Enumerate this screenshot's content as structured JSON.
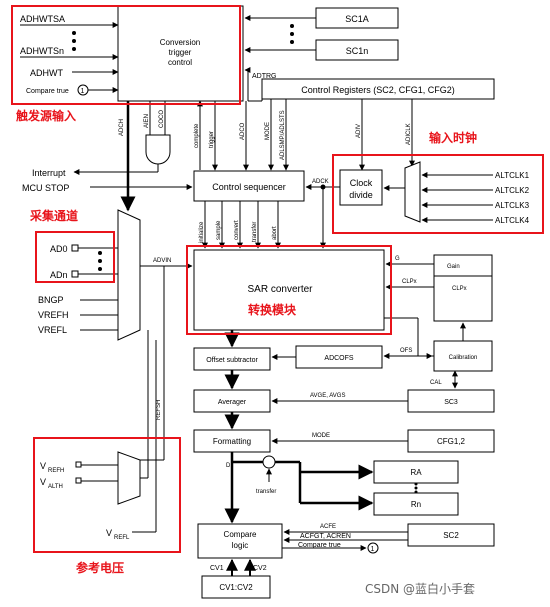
{
  "blocks": {
    "trigger_control": [
      "Conversion",
      "trigger",
      "control"
    ],
    "sc1a": "SC1A",
    "sc1n": "SC1n",
    "control_registers": "Control Registers (SC2, CFG1, CFG2)",
    "control_sequencer": "Control sequencer",
    "clock_divide": [
      "Clock",
      "divide"
    ],
    "sar_converter": "SAR converter",
    "gain": "Gain",
    "clpx": "CLPx",
    "calibration": "Calibration",
    "offset_subtractor": "Offset subtractor",
    "adcofs": "ADCOFS",
    "averager": "Averager",
    "sc3": "SC3",
    "formatting": "Formatting",
    "cfg12": "CFG1,2",
    "ra": "RA",
    "rn": "Rn",
    "compare_logic": [
      "Compare",
      "logic"
    ],
    "sc2": "SC2",
    "cv1cv2": "CV1:CV2"
  },
  "inputs": {
    "adhwtsa": "ADHWTSA",
    "adhwtsn": "ADHWTSn",
    "adhwt": "ADHWT",
    "compare_true": "Compare true",
    "interrupt": "Interrupt",
    "mcu_stop": "MCU STOP",
    "ad0": "AD0",
    "adn": "ADn",
    "bngp": "BNGP",
    "vrefh": "VREFH",
    "vrefl": "VREFL",
    "altclk": [
      "ALTCLK1",
      "ALTCLK2",
      "ALTCLK3",
      "ALTCLK4"
    ],
    "vrefh_sub": "REFH",
    "valth_sub": "ALTH",
    "vrefl_sub": "REFL",
    "v": "V"
  },
  "signals": {
    "adtrg": "ADTRG",
    "adch": "ADCH",
    "aien": "AIEN",
    "coco": "COCO",
    "complete": "complete",
    "trigger": "trigger",
    "adco": "ADCO",
    "mode": "MODE",
    "adlsmp": "ADLSMP/ADLSTS",
    "adiv": "ADIV",
    "adiclk": "ADICLK",
    "adck": "ADCK",
    "initialize": "initialize",
    "sample": "sample",
    "convert": "convert",
    "transfer": "transfer",
    "abort": "abort",
    "advin": "ADVIN",
    "g": "G",
    "clpx": "CLPx",
    "ofs": "OFS",
    "cal": "CAL",
    "avge": "AVGE, AVGS",
    "mode2": "MODE",
    "d": "D",
    "transfer2": "transfer",
    "refsh": "REFSH",
    "acfe": "ACFE",
    "acfgt": "ACFGT, ACREN",
    "compare_true2": "Compare true",
    "cv1": "CV1",
    "cv2": "CV2",
    "one": "1"
  },
  "annotations": {
    "trigger_input": "触发源输入",
    "clock_input": "输入时钟",
    "channels": "采集通道",
    "conversion": "转换模块",
    "reference": "参考电压"
  },
  "watermark": "CSDN @蓝白小手套",
  "colors": {
    "annotation": "#e8141b",
    "line": "#000000",
    "box_fill": "#ffffff"
  }
}
